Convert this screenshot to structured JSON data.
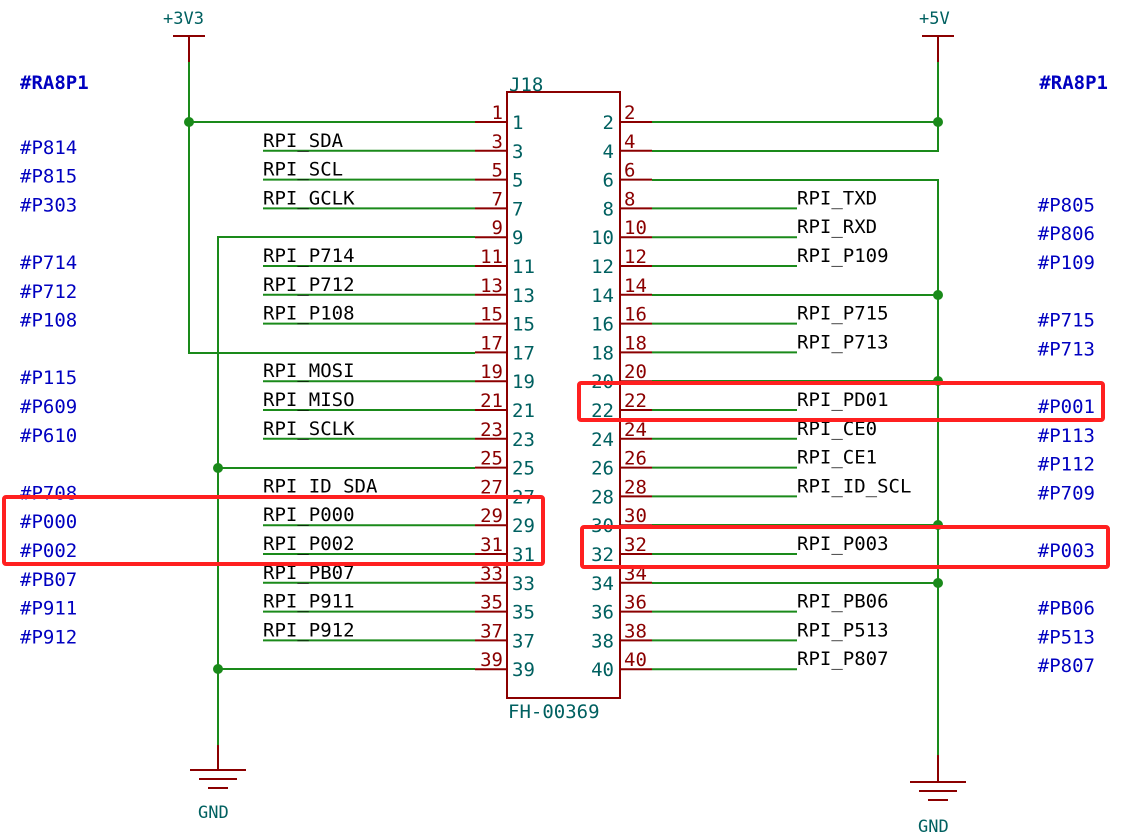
{
  "colors": {
    "wire": "#1a8a1a",
    "pin_number": "#8b0000",
    "component_outline": "#8b0000",
    "component_text": "#006060",
    "net_label": "#000000",
    "side_label": "#0000c0",
    "highlight": "#ff0000",
    "junction": "#1a8a1a",
    "power_symbol": "#8b0000"
  },
  "component": {
    "reference": "J18",
    "value": "FH-00369"
  },
  "power": {
    "left_top": "+3V3",
    "right_top": "+5V",
    "left_bottom": "GND",
    "right_bottom": "GND"
  },
  "headers": {
    "left": "#RA8P1",
    "right": "#RA8P1"
  },
  "pins": [
    {
      "n": "1",
      "side": "left",
      "net": "",
      "tag": ""
    },
    {
      "n": "2",
      "side": "right",
      "net": "",
      "tag": ""
    },
    {
      "n": "3",
      "side": "left",
      "net": "RPI_SDA",
      "tag": "#P814"
    },
    {
      "n": "4",
      "side": "right",
      "net": "",
      "tag": ""
    },
    {
      "n": "5",
      "side": "left",
      "net": "RPI_SCL",
      "tag": "#P815"
    },
    {
      "n": "6",
      "side": "right",
      "net": "",
      "tag": ""
    },
    {
      "n": "7",
      "side": "left",
      "net": "RPI_GCLK",
      "tag": "#P303"
    },
    {
      "n": "8",
      "side": "right",
      "net": "RPI_TXD",
      "tag": "#P805"
    },
    {
      "n": "9",
      "side": "left",
      "net": "",
      "tag": ""
    },
    {
      "n": "10",
      "side": "right",
      "net": "RPI_RXD",
      "tag": "#P806"
    },
    {
      "n": "11",
      "side": "left",
      "net": "RPI_P714",
      "tag": "#P714"
    },
    {
      "n": "12",
      "side": "right",
      "net": "RPI_P109",
      "tag": "#P109"
    },
    {
      "n": "13",
      "side": "left",
      "net": "RPI_P712",
      "tag": "#P712"
    },
    {
      "n": "14",
      "side": "right",
      "net": "",
      "tag": ""
    },
    {
      "n": "15",
      "side": "left",
      "net": "RPI_P108",
      "tag": "#P108"
    },
    {
      "n": "16",
      "side": "right",
      "net": "RPI_P715",
      "tag": "#P715"
    },
    {
      "n": "17",
      "side": "left",
      "net": "",
      "tag": ""
    },
    {
      "n": "18",
      "side": "right",
      "net": "RPI_P713",
      "tag": "#P713"
    },
    {
      "n": "19",
      "side": "left",
      "net": "RPI_MOSI",
      "tag": "#P115"
    },
    {
      "n": "20",
      "side": "right",
      "net": "",
      "tag": ""
    },
    {
      "n": "21",
      "side": "left",
      "net": "RPI_MISO",
      "tag": "#P609"
    },
    {
      "n": "22",
      "side": "right",
      "net": "RPI_PD01",
      "tag": "#P001"
    },
    {
      "n": "23",
      "side": "left",
      "net": "RPI_SCLK",
      "tag": "#P610"
    },
    {
      "n": "24",
      "side": "right",
      "net": "RPI_CE0",
      "tag": "#P113"
    },
    {
      "n": "25",
      "side": "left",
      "net": "",
      "tag": ""
    },
    {
      "n": "26",
      "side": "right",
      "net": "RPI_CE1",
      "tag": "#P112"
    },
    {
      "n": "27",
      "side": "left",
      "net": "RPI_ID_SDA",
      "tag": "#P708"
    },
    {
      "n": "28",
      "side": "right",
      "net": "RPI_ID_SCL",
      "tag": "#P709"
    },
    {
      "n": "29",
      "side": "left",
      "net": "RPI_P000",
      "tag": "#P000"
    },
    {
      "n": "30",
      "side": "right",
      "net": "",
      "tag": ""
    },
    {
      "n": "31",
      "side": "left",
      "net": "RPI_P002",
      "tag": "#P002"
    },
    {
      "n": "32",
      "side": "right",
      "net": "RPI_P003",
      "tag": "#P003"
    },
    {
      "n": "33",
      "side": "left",
      "net": "RPI_PB07",
      "tag": "#PB07"
    },
    {
      "n": "34",
      "side": "right",
      "net": "",
      "tag": ""
    },
    {
      "n": "35",
      "side": "left",
      "net": "RPI_P911",
      "tag": "#P911"
    },
    {
      "n": "36",
      "side": "right",
      "net": "RPI_PB06",
      "tag": "#PB06"
    },
    {
      "n": "37",
      "side": "left",
      "net": "RPI_P912",
      "tag": "#P912"
    },
    {
      "n": "38",
      "side": "right",
      "net": "RPI_P513",
      "tag": "#P513"
    },
    {
      "n": "39",
      "side": "left",
      "net": "",
      "tag": ""
    },
    {
      "n": "40",
      "side": "right",
      "net": "RPI_P807",
      "tag": "#P807"
    }
  ]
}
